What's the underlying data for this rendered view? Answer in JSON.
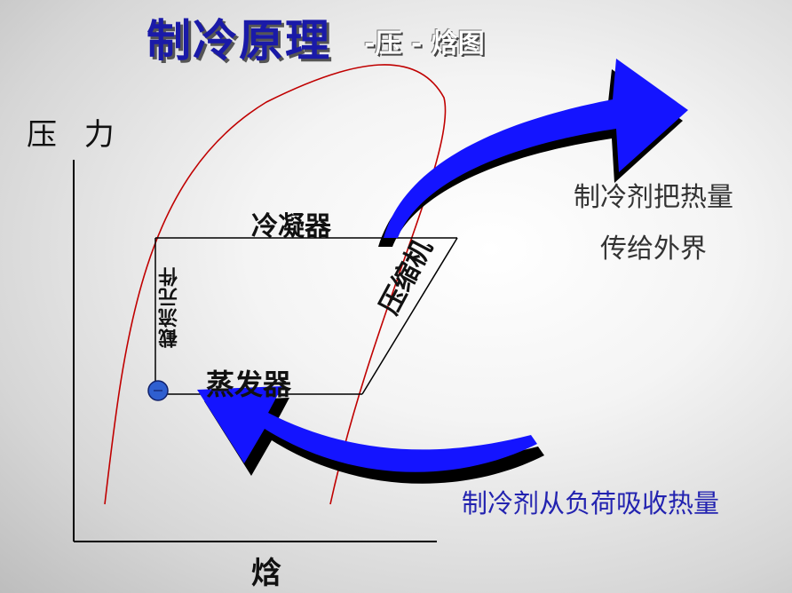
{
  "title": {
    "main": "制冷原理",
    "sub": "-压 - 焓图"
  },
  "axes": {
    "y_label": "压 力",
    "x_label": "焓"
  },
  "components": {
    "condenser": "冷凝器",
    "evaporator": "蒸发器",
    "throttle": "截流元件",
    "compressor": "压缩机"
  },
  "annotations": {
    "heat_release_line1": "制冷剂把热量",
    "heat_release_line2": "传给外界",
    "heat_absorb": "制冷剂从负荷吸收热量"
  },
  "colors": {
    "title": "#1a1aa8",
    "arrow": "#1414ff",
    "arrow_shadow": "#000000",
    "saturation_curve": "#c00000",
    "cycle_lines": "#000000",
    "absorb_text": "#2323b0"
  },
  "icons": {
    "arrow": "curved-arrow-icon",
    "valve": "throttle-valve-dot-icon"
  }
}
